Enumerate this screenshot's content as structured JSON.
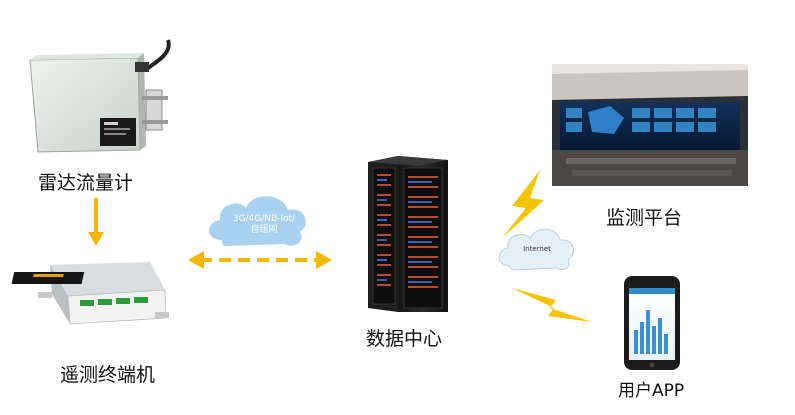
{
  "nodes": {
    "radar": {
      "label": "雷达流量计"
    },
    "rtu": {
      "label": "遥测终端机"
    },
    "datacenter": {
      "label": "数据中心"
    },
    "platform": {
      "label": "监测平台"
    },
    "app": {
      "label": "用户APP"
    }
  },
  "network_cloud": {
    "line1": "3G/4G/NB-lot/",
    "line2": "自组网"
  },
  "internet_cloud": {
    "label": "Internet"
  },
  "colors": {
    "arrow": "#f5b800",
    "bolt": "#f5c400",
    "cloud": "#a9d2f0",
    "cloud_text": "#ffffff"
  }
}
